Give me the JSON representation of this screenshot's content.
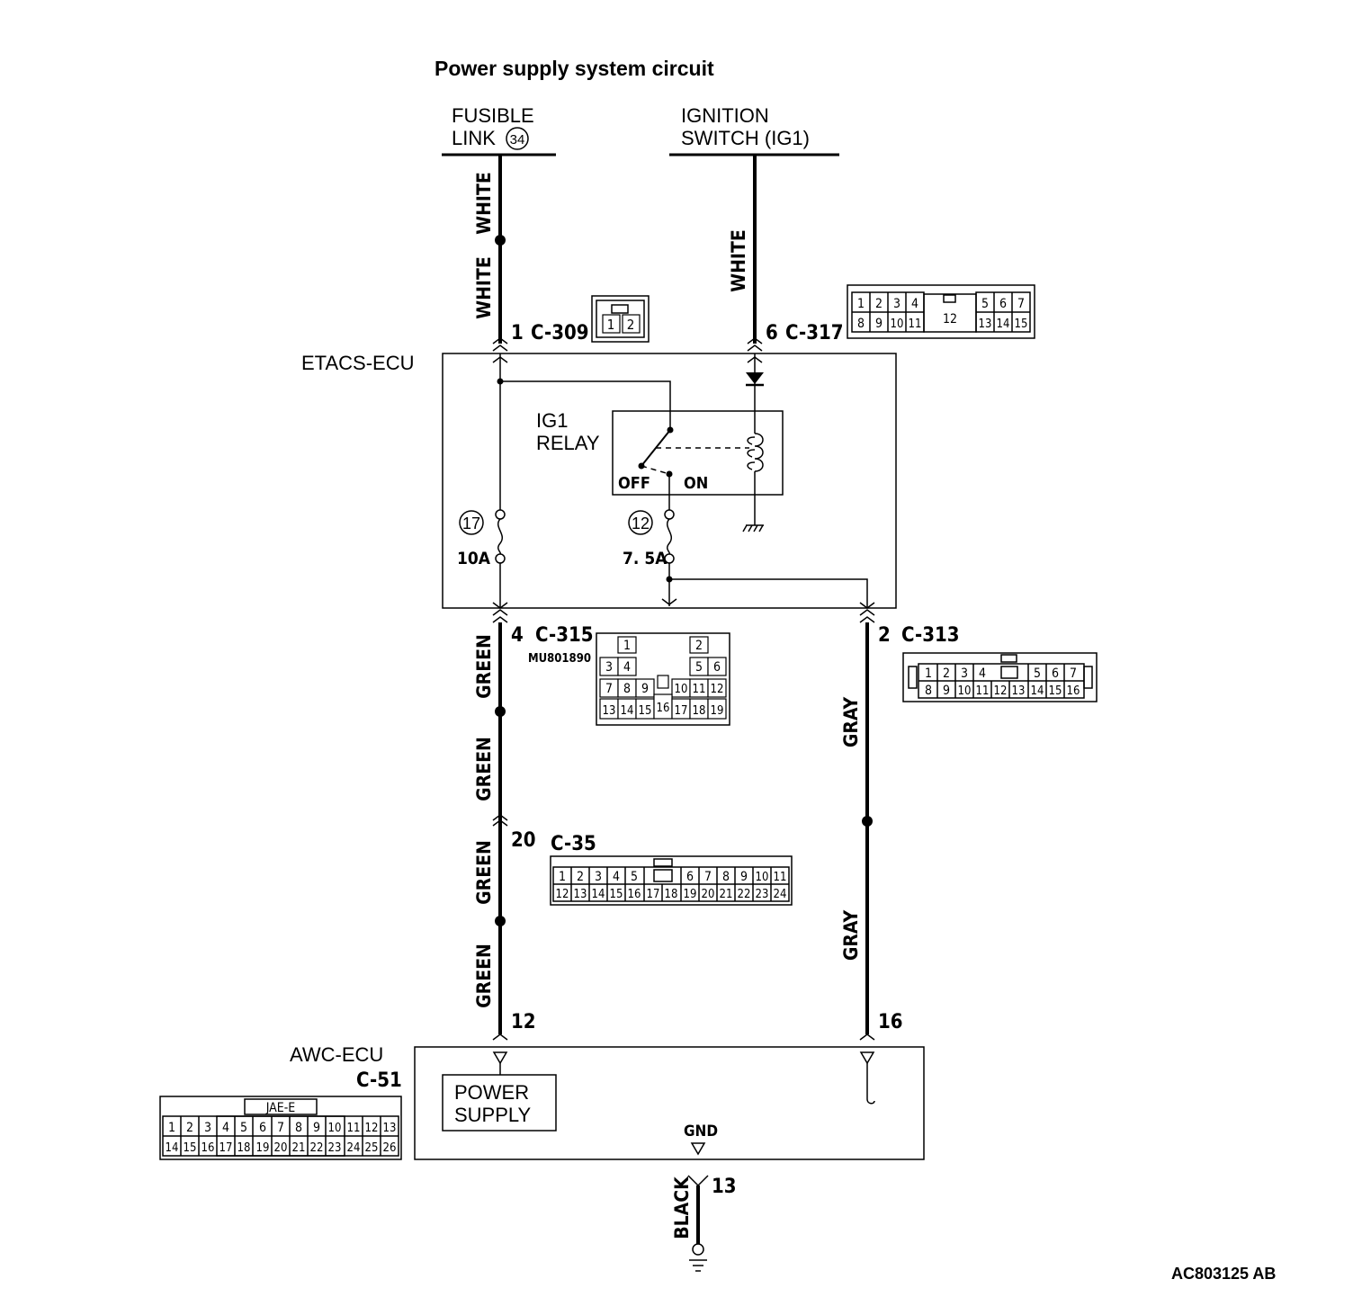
{
  "title": "Power supply system circuit",
  "figure_id": "AC803125 AB",
  "sources": {
    "fusible_link": {
      "line1": "FUSIBLE",
      "line2": "LINK",
      "number": "34"
    },
    "ignition_switch": {
      "line1": "IGNITION",
      "line2": "SWITCH (IG1)"
    }
  },
  "etacs": {
    "label": "ETACS-ECU",
    "relay_line1": "IG1",
    "relay_line2": "RELAY",
    "off": "OFF",
    "on": "ON",
    "fuse17": {
      "number": "17",
      "rating": "10A"
    },
    "fuse12": {
      "number": "12",
      "rating": "7. 5A"
    }
  },
  "awc": {
    "label": "AWC-ECU",
    "connector": "C-51",
    "power_line1": "POWER",
    "power_line2": "SUPPLY",
    "gnd": "GND"
  },
  "wire_colors": {
    "white": "WHITE",
    "green": "GREEN",
    "gray": "GRAY",
    "black": "BLACK"
  },
  "pins": {
    "c309": {
      "pin": "1",
      "connector": "C-309"
    },
    "c317": {
      "pin": "6",
      "connector": "C-317"
    },
    "c315": {
      "pin": "4",
      "connector": "C-315",
      "part": "MU801890"
    },
    "c313": {
      "pin": "2",
      "connector": "C-313"
    },
    "c35": {
      "pin": "20",
      "connector": "C-35"
    },
    "awc_power": "12",
    "awc_ig": "16",
    "awc_gnd": "13"
  },
  "connectors": {
    "c309": [
      "1",
      "2"
    ],
    "c317_top": [
      "1",
      "2",
      "3",
      "4",
      "5",
      "6",
      "7"
    ],
    "c317_bottom": [
      "8",
      "9",
      "10",
      "11",
      "13",
      "14",
      "15"
    ],
    "c317_center": "12",
    "c315_rows": [
      [
        "1",
        "",
        "",
        "2",
        ""
      ],
      [
        "3",
        "4",
        "",
        "5",
        "6"
      ],
      [
        "7",
        "8",
        "9",
        "10",
        "11",
        "12"
      ],
      [
        "13",
        "14",
        "15",
        "16",
        "17",
        "18",
        "19"
      ]
    ],
    "c313_top": [
      "1",
      "2",
      "3",
      "4",
      "5",
      "6",
      "7"
    ],
    "c313_bottom": [
      "8",
      "9",
      "10",
      "11",
      "12",
      "13",
      "14",
      "15",
      "16"
    ],
    "c35_top": [
      "1",
      "2",
      "3",
      "4",
      "5",
      "6",
      "7",
      "8",
      "9",
      "10",
      "11"
    ],
    "c35_bottom": [
      "12",
      "13",
      "14",
      "15",
      "16",
      "17",
      "18",
      "19",
      "20",
      "21",
      "22",
      "23",
      "24"
    ],
    "c51_tag": "JAE-E",
    "c51_top": [
      "1",
      "2",
      "3",
      "4",
      "5",
      "6",
      "7",
      "8",
      "9",
      "10",
      "11",
      "12",
      "13"
    ],
    "c51_bottom": [
      "14",
      "15",
      "16",
      "17",
      "18",
      "19",
      "20",
      "21",
      "22",
      "23",
      "24",
      "25",
      "26"
    ]
  }
}
